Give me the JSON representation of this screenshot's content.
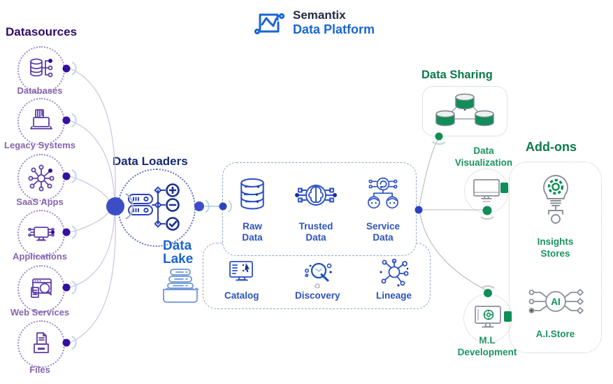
{
  "logo": {
    "brand": "Semantix",
    "product": "Data Platform"
  },
  "colors": {
    "purple_heading": "#2F0B69",
    "purple_label": "#8565AE",
    "icon_purple": "#5D3FA8",
    "navy_heading": "#172A72",
    "blue_icon": "#2B50C8",
    "blue_label": "#2D53B8",
    "bright_blue": "#1A66D2",
    "green_heading": "#0C7A4B",
    "green_label": "#189460",
    "green_fill": "#0F8E57",
    "hub_blue": "#3C4EC6",
    "gray_icon": "#8B8F99"
  },
  "datasources": {
    "title": "Datasources",
    "items": [
      {
        "label": "Databases"
      },
      {
        "label": "Legacy Systems"
      },
      {
        "label": "SaaS Apps"
      },
      {
        "label": "Applications"
      },
      {
        "label": "Web Services"
      },
      {
        "label": "Files"
      }
    ]
  },
  "loaders": {
    "title": "Data Loaders"
  },
  "data_lake": {
    "line1": "Data",
    "line2": "Lake"
  },
  "pipeline": {
    "stages": [
      {
        "line1": "Raw",
        "line2": "Data"
      },
      {
        "line1": "Trusted",
        "line2": "Data"
      },
      {
        "line1": "Service",
        "line2": "Data"
      }
    ]
  },
  "governance": {
    "items": [
      {
        "label": "Catalog"
      },
      {
        "label": "Discovery"
      },
      {
        "label": "Lineage"
      }
    ]
  },
  "sharing": {
    "title": "Data Sharing"
  },
  "visualization": {
    "line1": "Data",
    "line2": "Visualization"
  },
  "addons": {
    "title": "Add-ons",
    "insights": {
      "line1": "Insights",
      "line2": "Stores"
    },
    "ai_store": {
      "label": "A.I.Store",
      "badge": "AI"
    }
  },
  "ml": {
    "line1": "M.L",
    "line2": "Development"
  }
}
